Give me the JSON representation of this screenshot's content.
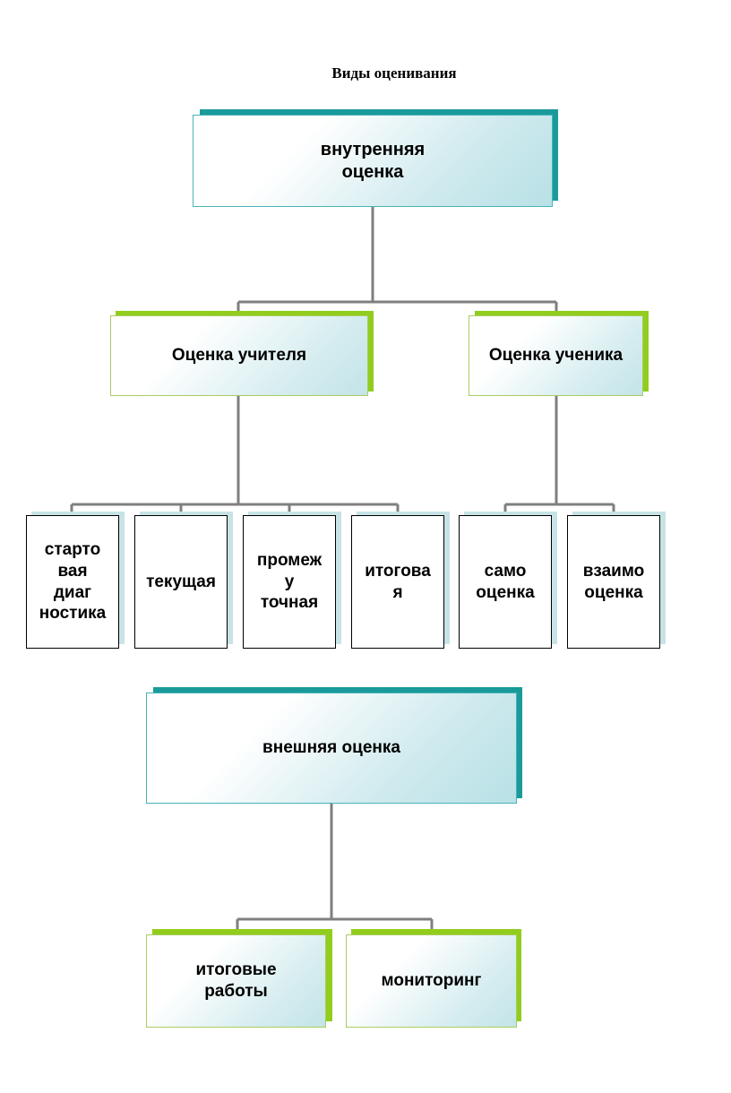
{
  "title": "Виды оценивания",
  "internal": {
    "root": "внутренняя\nоценка",
    "teacher": "Оценка учителя",
    "student": "Оценка ученика",
    "teacher_children": [
      "старто\nвая\nдиаг\nностика",
      "текущая",
      "промеж\nу\nточная",
      "итогова\nя"
    ],
    "student_children": [
      "само\nоценка",
      "взаимо\nоценка"
    ]
  },
  "external": {
    "root": "внешняя оценка",
    "children": [
      "итоговые\nработы",
      "мониторинг"
    ]
  }
}
